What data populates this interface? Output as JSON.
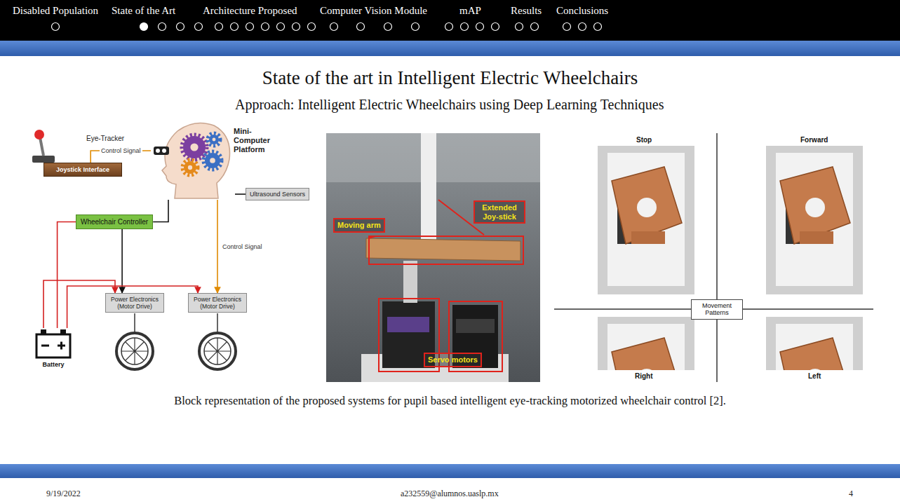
{
  "diagram": {
    "title": "State of the art in Intelligent Electric Wheelchairs",
    "caption": "Block representation of the proposed systems for pupil based intelligent eye-tracking motorized wheelchair control [2].",
    "nodes": [
      {
        "text": [
          "Mini-Computer Platform"
        ]
      },
      {
        "text": [
          "Ultrasound Sensors"
        ]
      },
      {
        "text": [
          "Joystick Interface"
        ]
      },
      {
        "text": [
          "Wheelchair Controller"
        ]
      },
      {
        "text": [
          "Power Electronics (Motor Drive)"
        ]
      },
      {
        "text": [
          "Power Electronics (Motor Drive)"
        ]
      },
      {
        "text": [
          "Battery"
        ]
      },
      {
        "text": [
          "Movement Patterns"
        ]
      }
    ],
    "edges": [
      {
        "from": 0,
        "to": 1,
        "arrow": "none"
      },
      {
        "from": 0,
        "to": 2,
        "label": "Control Signal",
        "arrow": "none"
      },
      {
        "from": 0,
        "to": 5,
        "label": "Control Signal",
        "arrow": "to"
      },
      {
        "from": 0,
        "to": 3,
        "arrow": "none"
      },
      {
        "from": 3,
        "to": 4,
        "arrow": "to"
      },
      {
        "from": 6,
        "to": 3,
        "arrow": "none"
      },
      {
        "from": 6,
        "to": 4,
        "arrow": "to"
      },
      {
        "from": 6,
        "to": 5,
        "arrow": "to"
      }
    ],
    "labels": [
      "Disabled Population",
      "State of the Art",
      "Architecture Proposed",
      "Computer Vision Module",
      "mAP",
      "Results",
      "Conclusions",
      "Approach: Intelligent Electric Wheelchairs using Deep Learning Techniques",
      "Eye-Tracker",
      "Moving arm",
      "Extended Joy-stick",
      "Servo motors",
      "Stop",
      "Forward",
      "Right",
      "Left",
      "9/19/2022",
      "a232559@alumnos.uaslp.mx",
      "4"
    ]
  }
}
